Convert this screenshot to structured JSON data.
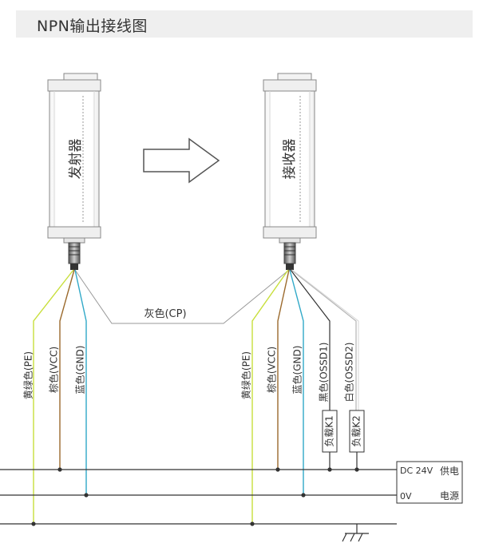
{
  "title": "NPN输出接线图",
  "emitter": {
    "label": "发射器"
  },
  "receiver": {
    "label": "接收器"
  },
  "cp_wire_label": "灰色(CP)",
  "emitter_wires": [
    {
      "label": "黄绿色(PE)",
      "color": "#c8df3c"
    },
    {
      "label": "棕色(VCC)",
      "color": "#9b6a2d"
    },
    {
      "label": "蓝色(GND)",
      "color": "#31a9c8"
    }
  ],
  "receiver_wires": [
    {
      "label": "黄绿色(PE)",
      "color": "#c8df3c"
    },
    {
      "label": "棕色(VCC)",
      "color": "#9b6a2d"
    },
    {
      "label": "蓝色(GND)",
      "color": "#31a9c8"
    },
    {
      "label": "黑色(OSSD1)",
      "color": "#333333"
    },
    {
      "label": "白色(OSSD2)",
      "color": "#b5b5b5"
    }
  ],
  "loads": [
    {
      "label": "负载K1"
    },
    {
      "label": "负载K2"
    }
  ],
  "power_supply": {
    "dc_label": "DC 24V",
    "zero_label": "0V",
    "name_top": "供电",
    "name_bottom": "电源"
  },
  "colors": {
    "gray_wire": "#9a9a9a",
    "bus": "#333333"
  }
}
